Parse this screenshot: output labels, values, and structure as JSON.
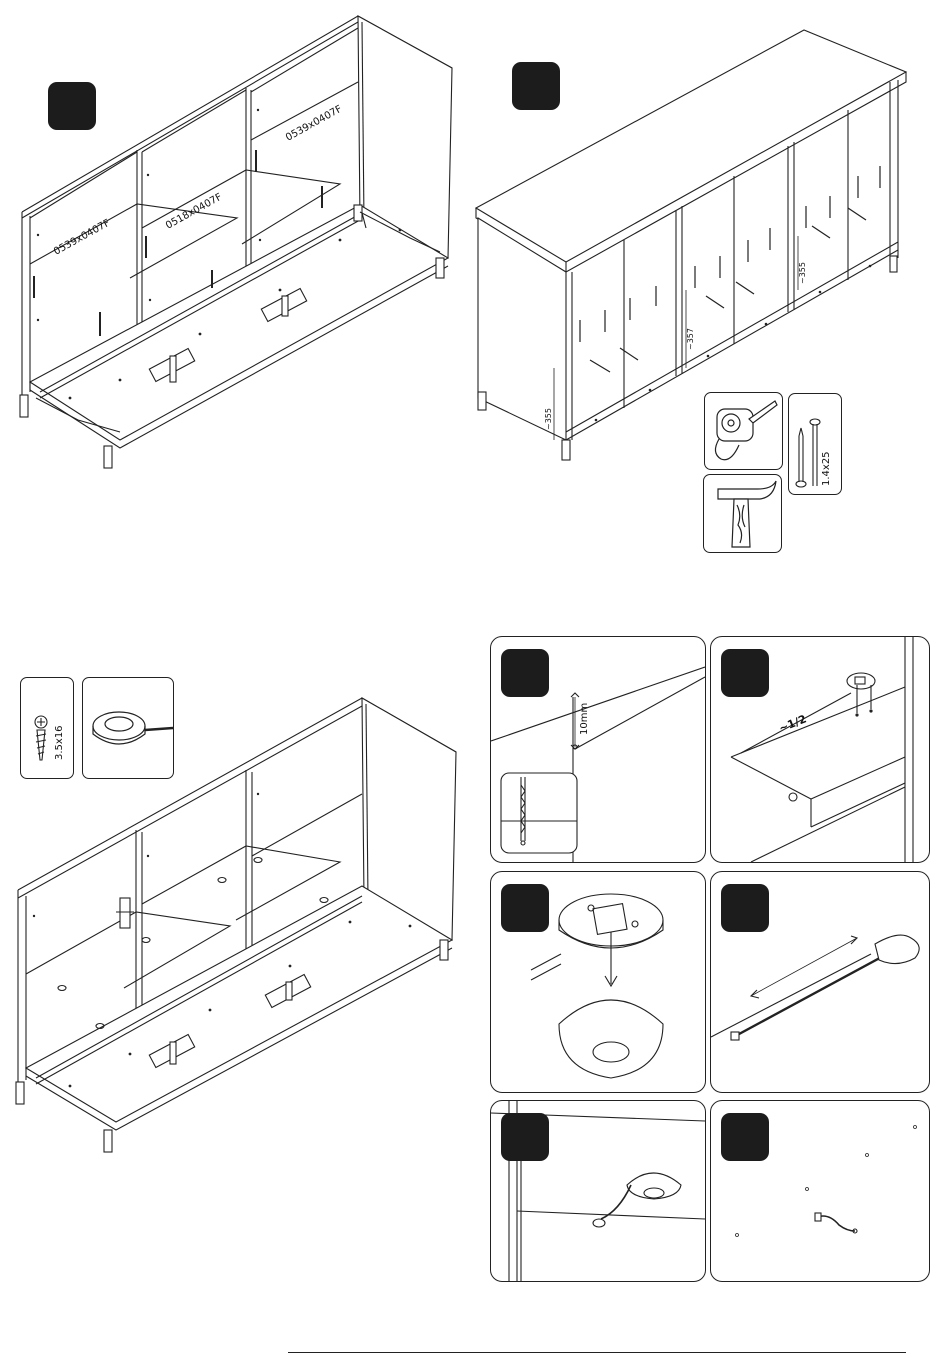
{
  "step1": {
    "labels": {
      "shelf_left": "0539x0407F",
      "shelf_middle": "0518x0407F",
      "shelf_right": "0539x0407F"
    }
  },
  "step2": {
    "dimensions": {
      "left": "~355",
      "middle": "~357",
      "right": "~355"
    },
    "nail_size": "1.4x25"
  },
  "step3": {
    "screw_size": "3.5x16"
  },
  "detail_a": {
    "measure": "10mm"
  },
  "detail_b": {
    "measure": "~1/2"
  },
  "icons": [
    "measuring-tape-icon",
    "hammer-icon",
    "nail-icon",
    "screw-icon",
    "led-spot-light-icon",
    "drill-bit-icon"
  ]
}
